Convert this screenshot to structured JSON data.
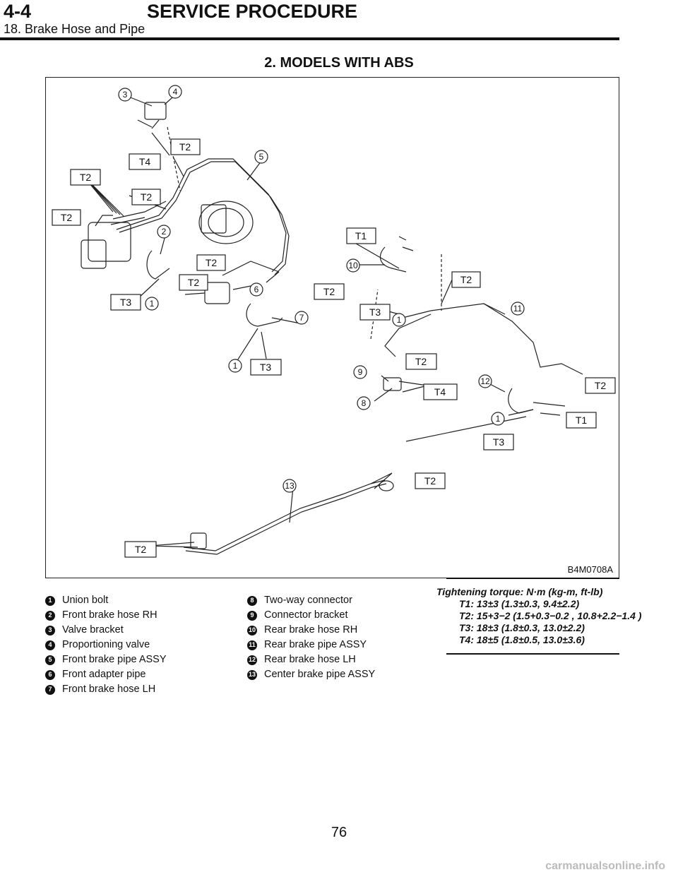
{
  "header": {
    "section_code": "4-4",
    "title": "SERVICE PROCEDURE",
    "subtitle": "18. Brake Hose and Pipe"
  },
  "section_title": "2. MODELS WITH ABS",
  "figure": {
    "code": "B4M0708A",
    "callouts": [
      "1",
      "2",
      "3",
      "4",
      "5",
      "6",
      "7",
      "8",
      "9",
      "10",
      "11",
      "12",
      "13"
    ],
    "torque_tags": [
      "T1",
      "T2",
      "T3",
      "T4"
    ]
  },
  "legend": [
    {
      "num": "1",
      "label": "Union bolt"
    },
    {
      "num": "2",
      "label": "Front brake hose RH"
    },
    {
      "num": "3",
      "label": "Valve bracket"
    },
    {
      "num": "4",
      "label": "Proportioning valve"
    },
    {
      "num": "5",
      "label": "Front brake pipe ASSY"
    },
    {
      "num": "6",
      "label": "Front adapter pipe"
    },
    {
      "num": "7",
      "label": "Front brake hose LH"
    },
    {
      "num": "8",
      "label": "Two-way connector"
    },
    {
      "num": "9",
      "label": "Connector bracket"
    },
    {
      "num": "10",
      "label": "Rear brake hose RH"
    },
    {
      "num": "11",
      "label": "Rear brake pipe ASSY"
    },
    {
      "num": "12",
      "label": "Rear brake hose LH"
    },
    {
      "num": "13",
      "label": "Center brake pipe ASSY"
    }
  ],
  "torque": {
    "title": "Tightening torque: N·m (kg-m, ft-lb)",
    "t1": "T1: 13±3 (1.3±0.3, 9.4±2.2)",
    "t2": "T2: 15+3−2 (1.5+0.3−0.2 , 10.8+2.2−1.4 )",
    "t3": "T3: 18±3 (1.8±0.3, 13.0±2.2)",
    "t4": "T4: 18±5 (1.8±0.5, 13.0±3.6)"
  },
  "page_number": "76",
  "watermark": "carmanualsonline.info"
}
